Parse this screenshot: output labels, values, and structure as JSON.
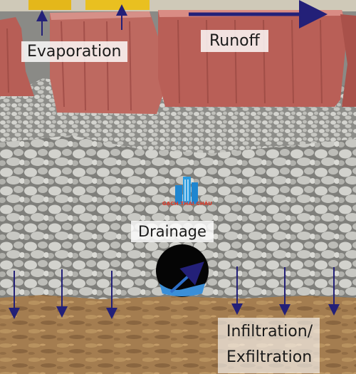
{
  "labels": {
    "evaporation": "Evaporation",
    "runoff": "Runoff",
    "drainage": "Drainage",
    "infiltration_line1": "Infiltration/",
    "infiltration_line2": "Exfiltration"
  },
  "watermark": {
    "text": "GẠCH THÁI CHÂU"
  },
  "colors": {
    "arrow": "#232078",
    "paver": "#b8625a",
    "gravel": "#c9c9c4",
    "soil": "#a07a4e",
    "pipe": "#050505",
    "water": "#3a8fd8"
  }
}
